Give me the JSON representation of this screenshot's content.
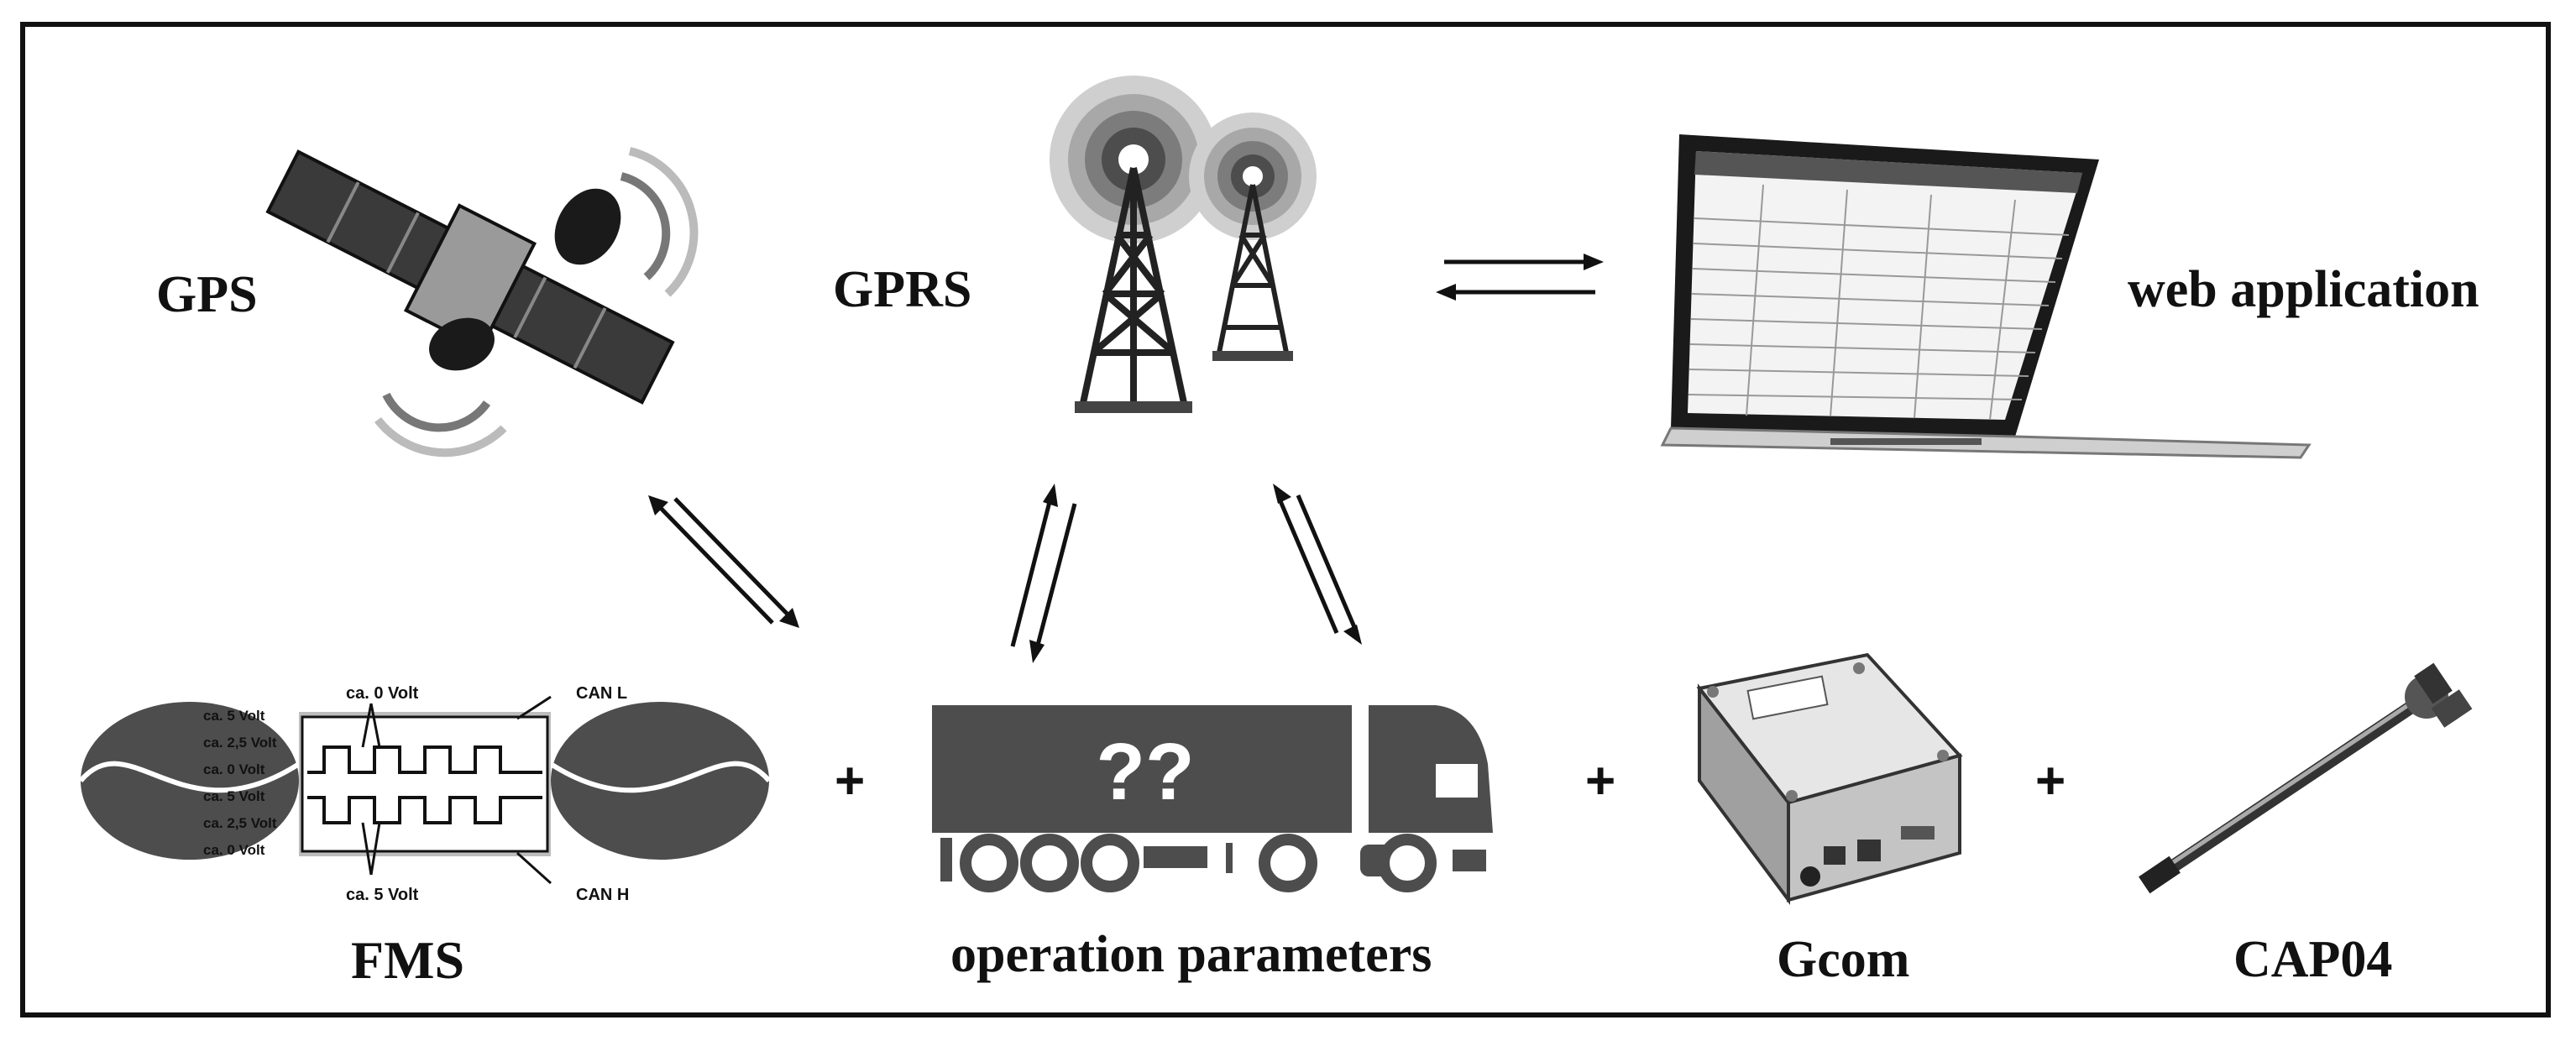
{
  "labels": {
    "gps": "GPS",
    "gprs": "GPRS",
    "web_application": "web application",
    "fms": "FMS",
    "operation_parameters": "operation parameters",
    "gcom": "Gcom",
    "cap04": "CAP04"
  },
  "plus_signs": [
    "+",
    "+",
    "+"
  ],
  "fms_diagram": {
    "can_l": "CAN L",
    "can_h": "CAN H",
    "top_voltage": "ca. 0 Volt",
    "bottom_voltage": "ca. 5 Volt",
    "left_levels": [
      "ca. 5 Volt",
      "ca. 2,5 Volt",
      "ca. 0 Volt",
      "ca. 5 Volt",
      "ca. 2,5 Volt",
      "ca. 0 Volt"
    ]
  },
  "truck": {
    "cargo_text": "??"
  },
  "colors": {
    "ink": "#111111",
    "gray": "#4d4d4d",
    "light_gray": "#bdbdbd"
  }
}
